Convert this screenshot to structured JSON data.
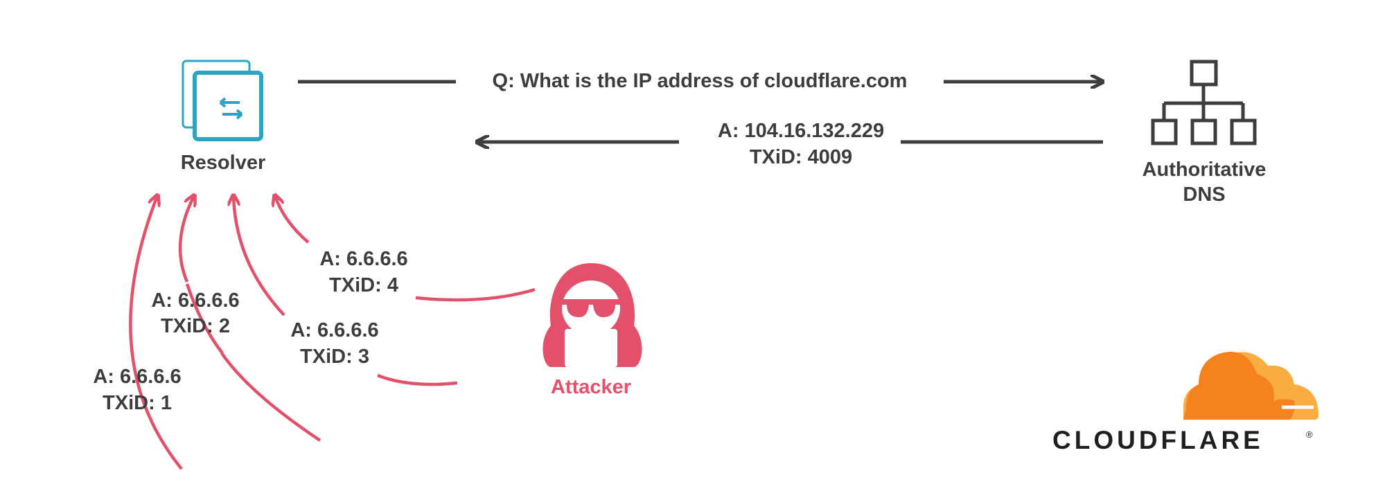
{
  "nodes": {
    "resolver": "Resolver",
    "authoritative_line1": "Authoritative",
    "authoritative_line2": "DNS",
    "attacker": "Attacker"
  },
  "query": {
    "text": "Q: What is the IP address of cloudflare.com"
  },
  "legit_answer": {
    "answer": "A: 104.16.132.229",
    "txid": "TXiD: 4009"
  },
  "forged_answers": [
    {
      "answer": "A: 6.6.6.6",
      "txid": "TXiD: 1"
    },
    {
      "answer": "A: 6.6.6.6",
      "txid": "TXiD: 2"
    },
    {
      "answer": "A: 6.6.6.6",
      "txid": "TXiD: 3"
    },
    {
      "answer": "A: 6.6.6.6",
      "txid": "TXiD: 4"
    }
  ],
  "logo": {
    "wordmark": "CLOUDFLARE",
    "registered": "®"
  },
  "colors": {
    "text_dark": "#3d3d3d",
    "attack_red": "#e3506a",
    "resolver_teal": "#2ba3c4",
    "cloud_orange": "#f6821f",
    "cloud_light_orange": "#fbad41"
  },
  "icons": [
    "resolver-icon",
    "dns-hierarchy-icon",
    "hacker-icon",
    "cloudflare-cloud-icon"
  ]
}
